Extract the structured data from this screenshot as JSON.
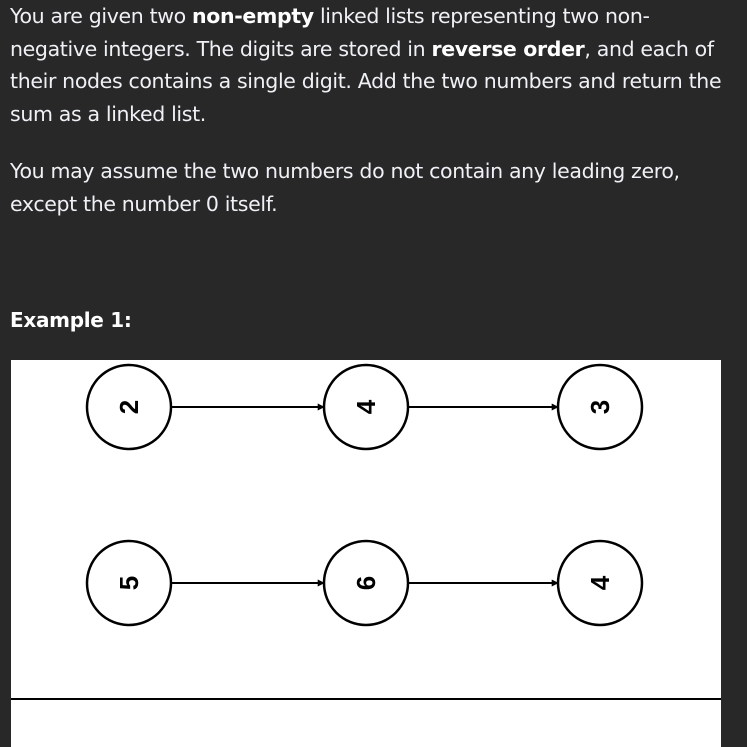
{
  "description": {
    "p1_s1": "You are given two ",
    "p1_b1": "non-empty",
    "p1_s2": " linked lists representing two non-negative integers. The digits are stored in ",
    "p1_b2": "reverse order",
    "p1_s3": ", and each of their nodes contains a single digit. Add the two numbers and return the sum as a linked list.",
    "p2": "You may assume the two numbers do not contain any leading zero, except the number 0 itself."
  },
  "example": {
    "heading": "Example 1:",
    "lists": [
      {
        "nodes": [
          "2",
          "4",
          "3"
        ]
      },
      {
        "nodes": [
          "5",
          "6",
          "4"
        ]
      }
    ]
  }
}
